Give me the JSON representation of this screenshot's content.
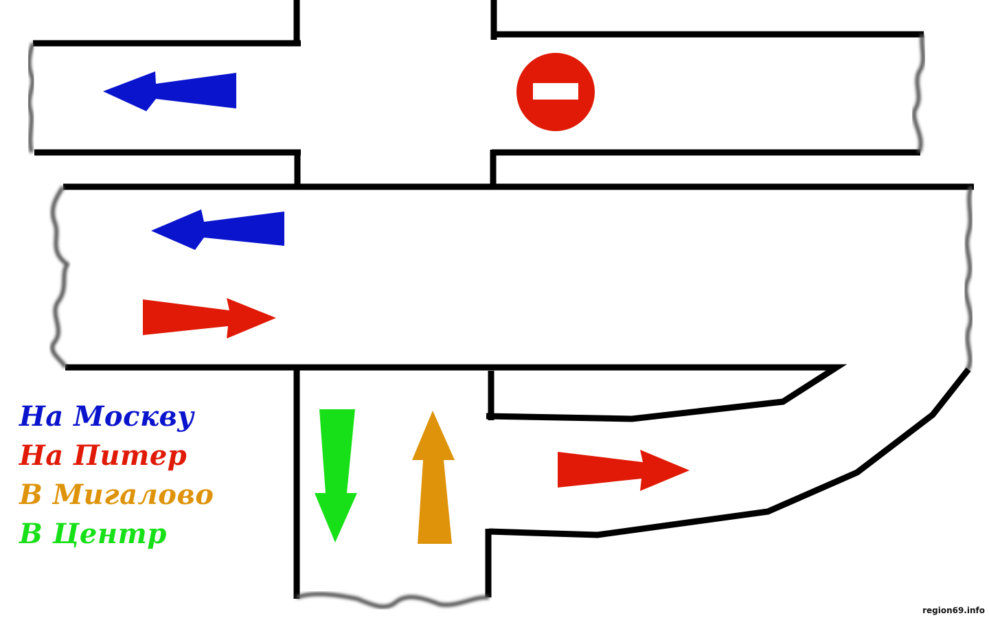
{
  "colors": {
    "moscow": "#0a14cc",
    "piter": "#e01a06",
    "migalovo": "#de930a",
    "center": "#18e018",
    "road_edge": "#000000",
    "torn_edge": "#444444",
    "sign_red": "#e01a06",
    "sign_bar": "#ffffff"
  },
  "legend": {
    "moscow": "На Москву",
    "piter": "На Питер",
    "migalovo": "В Мигалово",
    "center": "В Центр"
  },
  "sign": {
    "icon": "no-entry-sign-icon"
  },
  "watermark": "region69.info"
}
